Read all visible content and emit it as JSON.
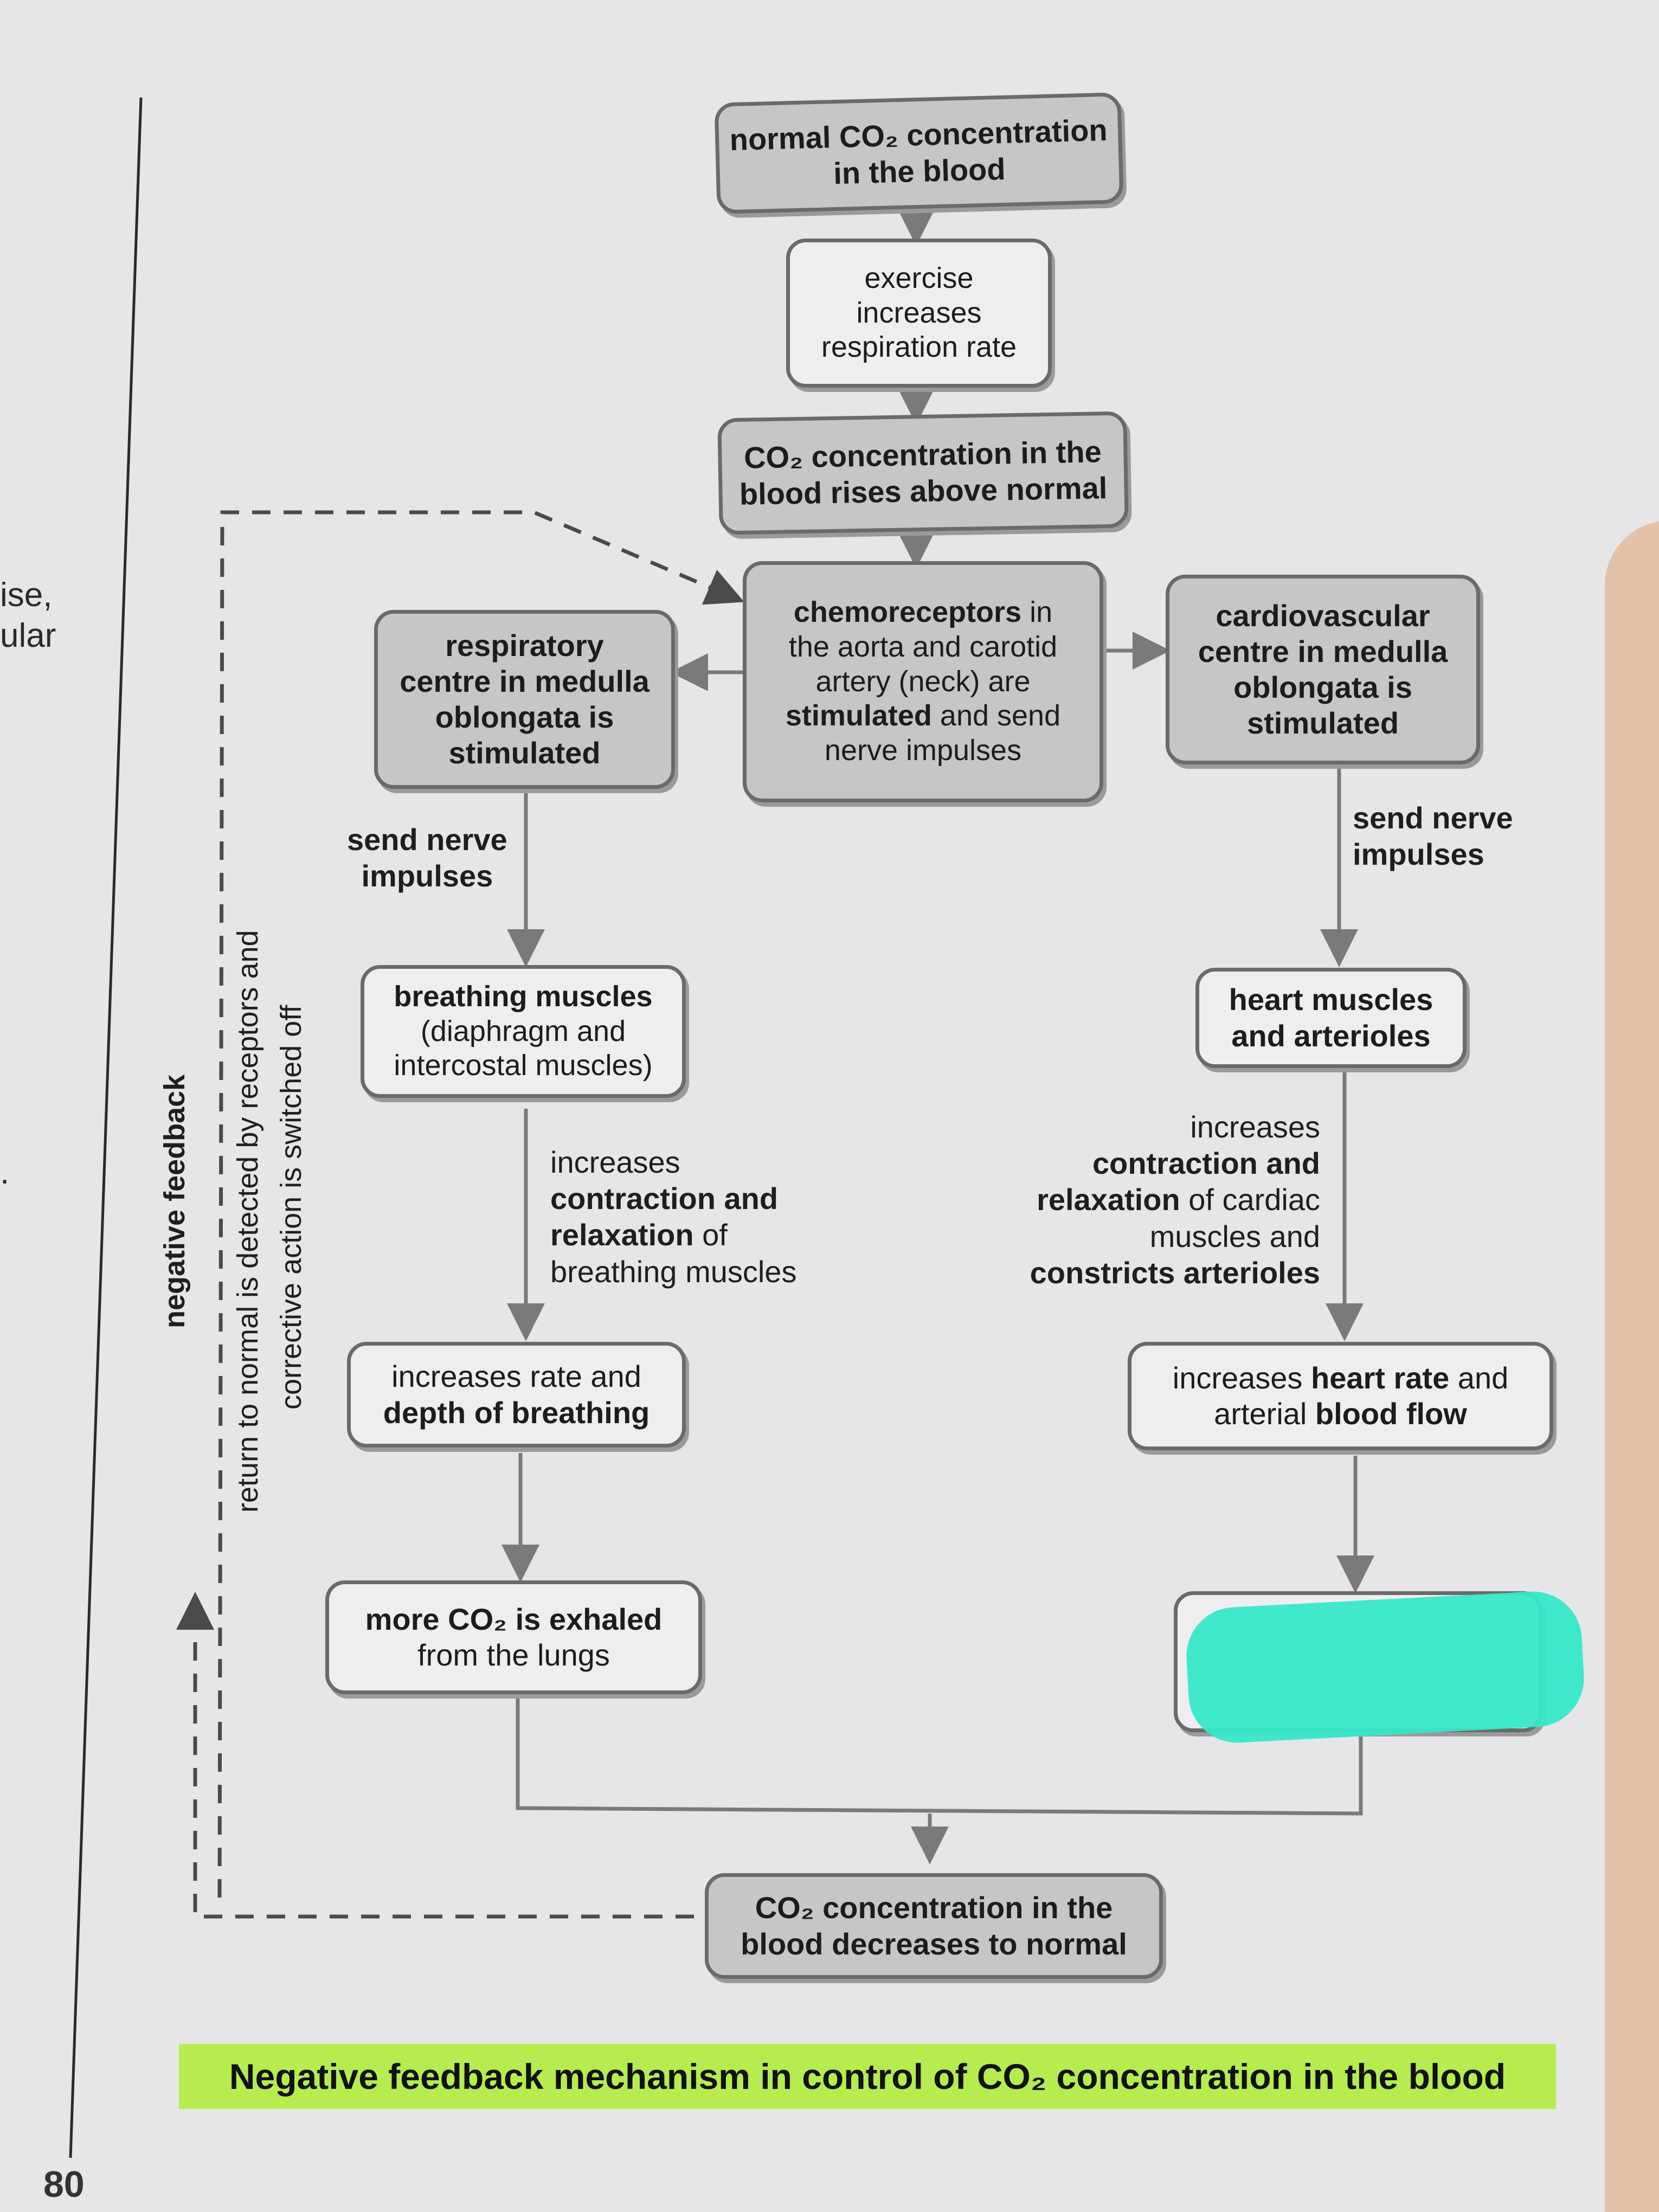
{
  "margin_fragments": [
    "ise,",
    "ular",
    "."
  ],
  "nodes": {
    "normal_co2": {
      "bold": "normal CO₂ concentration",
      "normal": "in the blood"
    },
    "exercise": {
      "line1": "exercise",
      "line2": "increases",
      "line3": "respiration rate"
    },
    "co2_rises": {
      "line1": "CO₂ concentration in the",
      "line2": "blood rises above normal"
    },
    "chemoreceptors": {
      "bold_a": "chemoreceptors",
      "normal_a": " in",
      "normal_b": "the aorta and carotid",
      "normal_c": "artery (neck) are",
      "bold_d": "stimulated",
      "normal_d": " and send",
      "normal_e": "nerve impulses"
    },
    "respiratory_centre": {
      "line1": "respiratory",
      "line2": "centre in medulla",
      "line3": "oblongata is",
      "line4": "stimulated"
    },
    "cardiovascular_centre": {
      "line1": "cardiovascular",
      "line2": "centre in medulla",
      "line3": "oblongata is",
      "line4": "stimulated"
    },
    "breathing_muscles": {
      "bold": "breathing muscles",
      "normal1": "(diaphragm and",
      "normal2": "intercostal muscles)"
    },
    "heart_muscles": {
      "line1": "heart muscles",
      "line2": "and arterioles"
    },
    "rate_depth": {
      "normal1": "increases rate and",
      "bold2": "depth of breathing"
    },
    "heart_rate": {
      "normal1a": "increases ",
      "bold1": "heart rate",
      "normal1b": " and",
      "normal2": "arterial ",
      "bold2": "blood flow"
    },
    "more_co2": {
      "bold": "more CO₂ is exhaled",
      "normal": "from the lungs"
    },
    "co2_decreases": {
      "line1": "CO₂ concentration in the",
      "line2": "blood decreases to normal"
    }
  },
  "labels": {
    "send_nerve_left": {
      "line1": "send nerve",
      "line2": "impulses"
    },
    "send_nerve_right": {
      "line1": "send nerve",
      "line2": "impulses"
    },
    "breathing_effect": {
      "normal1": "increases",
      "bold2": "contraction and",
      "bold3": "relaxation",
      "normal3": " of",
      "normal4": "breathing muscles"
    },
    "cardiac_effect": {
      "normal1": "increases",
      "bold2": "contraction and",
      "bold3": "relaxation",
      "normal3": " of cardiac",
      "normal4": "muscles and",
      "bold5": "constricts arterioles"
    }
  },
  "side_labels": {
    "negative_feedback": "negative feedback",
    "return_line1": "return to normal is detected by receptors and",
    "return_line2": "corrective action is switched off"
  },
  "caption": "Negative feedback mechanism in control of CO₂ concentration in the blood",
  "page_number": "80",
  "colors": {
    "highlight": "#b6ec4f",
    "redaction": "#36e8c8",
    "dark_box": "#c6c6c8",
    "light_box": "#eeeef0",
    "line": "#7a7a7a"
  }
}
